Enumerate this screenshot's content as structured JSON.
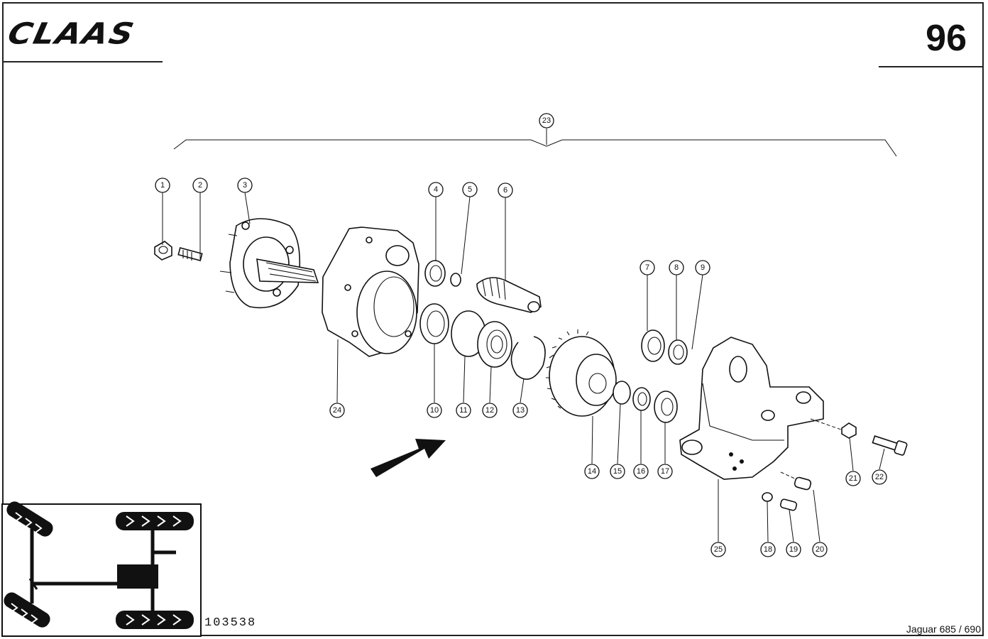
{
  "header": {
    "brand": "CLAAS",
    "page_number": "96"
  },
  "footer": {
    "document_number": "103538",
    "model": "Jaguar 685 / 690"
  },
  "callouts": [
    "1",
    "2",
    "3",
    "4",
    "5",
    "6",
    "7",
    "8",
    "9",
    "10",
    "11",
    "12",
    "13",
    "14",
    "15",
    "16",
    "17",
    "18",
    "19",
    "20",
    "21",
    "22",
    "23",
    "24",
    "25"
  ]
}
